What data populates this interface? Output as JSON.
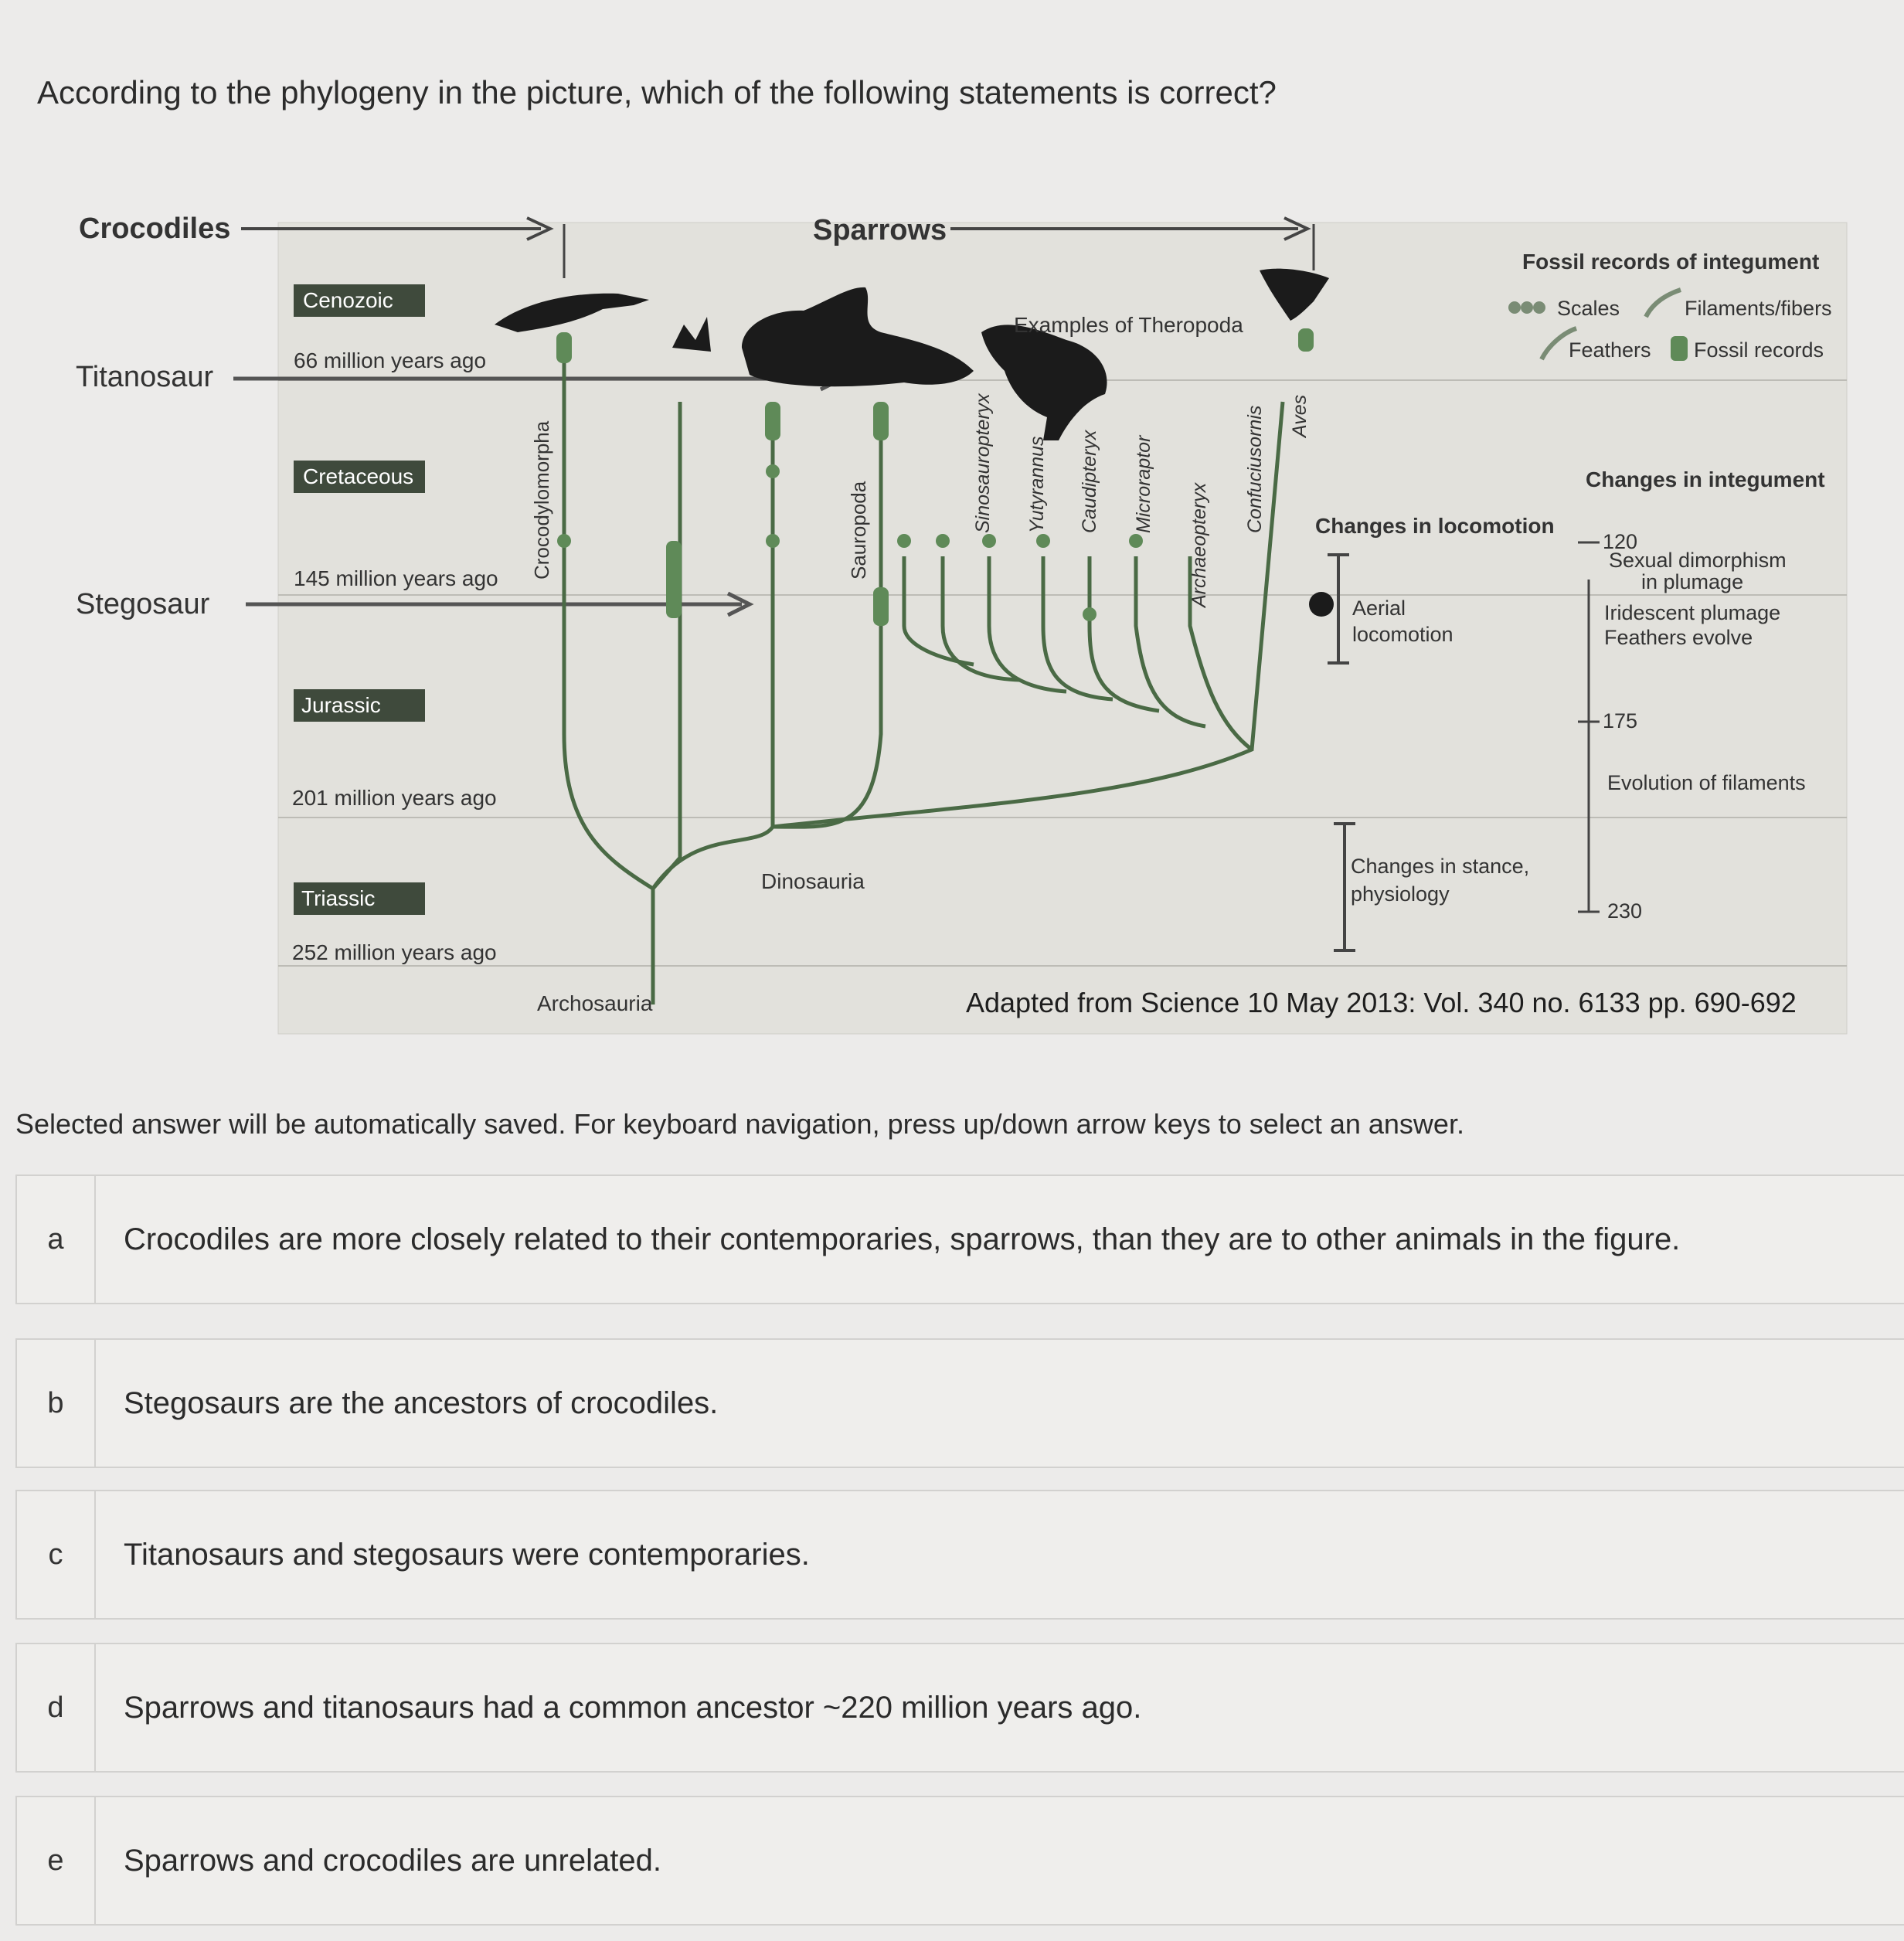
{
  "question": "According to the phylogeny in the picture, which of the following statements is correct?",
  "figure": {
    "outer_labels": {
      "crocodiles": "Crocodiles",
      "sparrows": "Sparrows",
      "titanosaur": "Titanosaur",
      "stegosaur": "Stegosaur"
    },
    "periods": [
      {
        "name": "Cenozoic",
        "time": "66 million years ago"
      },
      {
        "name": "Cretaceous",
        "time": "145 million years ago"
      },
      {
        "name": "Jurassic",
        "time": "201 million years ago"
      },
      {
        "name": "Triassic",
        "time": "252 million years ago"
      }
    ],
    "clades": {
      "crocodylomorpha": "Crocodylomorpha",
      "sauropoda": "Sauropoda",
      "dinosauria": "Dinosauria",
      "archosauria": "Archosauria",
      "theropoda_examples": "Examples of Theropoda"
    },
    "taxa": [
      "Sinosauropteryx",
      "Yutyrannus",
      "Caudipteryx",
      "Microraptor",
      "Archaeopteryx",
      "Confuciusornis",
      "Aves"
    ],
    "legend": {
      "title": "Fossil records of integument",
      "scales": "Scales",
      "filaments": "Filaments/fibers",
      "feathers": "Feathers",
      "fossil_records": "Fossil records"
    },
    "locomotion": {
      "title": "Changes in locomotion",
      "aerial": "Aerial",
      "aerial2": "locomotion",
      "stance": "Changes in stance,",
      "stance2": "physiology"
    },
    "integument": {
      "title": "Changes in integument",
      "t120": "120",
      "t175": "175",
      "t230": "230",
      "dimorphism": "Sexual dimorphism",
      "dimorphism2": "in plumage",
      "iridescent": "Iridescent plumage",
      "feathers_evolve": "Feathers evolve",
      "filaments_evolve": "Evolution of filaments"
    },
    "citation": "Adapted from Science 10 May 2013: Vol. 340 no. 6133 pp. 690-692",
    "colors": {
      "panel": "#e2e1dc",
      "branch": "#4a6a45",
      "band": "#3f4a3c"
    }
  },
  "instruction": "Selected answer will be automatically saved. For keyboard navigation, press up/down arrow keys to select an answer.",
  "options": [
    {
      "letter": "a",
      "text": "Crocodiles are more closely related to their contemporaries, sparrows, than they are to other animals in the figure."
    },
    {
      "letter": "b",
      "text": "Stegosaurs are the ancestors of crocodiles."
    },
    {
      "letter": "c",
      "text": "Titanosaurs and stegosaurs were contemporaries."
    },
    {
      "letter": "d",
      "text": "Sparrows and titanosaurs had a common ancestor ~220 million years ago."
    },
    {
      "letter": "e",
      "text": "Sparrows and crocodiles are unrelated."
    }
  ]
}
